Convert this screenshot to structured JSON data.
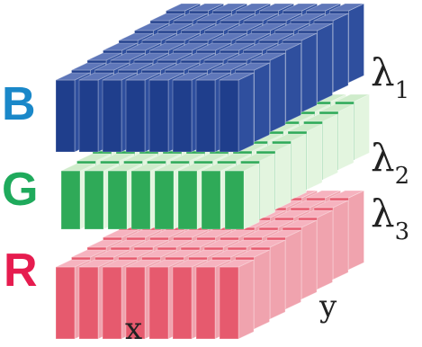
{
  "diagram": {
    "layers": [
      {
        "key": "blue",
        "channel_label": "B",
        "wavelength_symbol": "λ",
        "wavelength_index": "1",
        "channel_label_color": "#1a88c9",
        "front_color": "#1f3e8c",
        "top_color": "#5f77b9",
        "side_color": "#2f4f9e"
      },
      {
        "key": "green",
        "channel_label": "G",
        "wavelength_symbol": "λ",
        "wavelength_index": "2",
        "channel_label_color": "#1faa5c",
        "front_color": "#2faa58",
        "top_color": "#cfeccb",
        "side_color": "#e3f5df"
      },
      {
        "key": "red",
        "channel_label": "R",
        "wavelength_symbol": "λ",
        "wavelength_index": "3",
        "channel_label_color": "#e61c4f",
        "front_color": "#e65a6e",
        "top_color": "#f6b3bf",
        "side_color": "#f0a3ae"
      }
    ],
    "axes": {
      "x_label": "x",
      "y_label": "y"
    },
    "text_color": "#222222"
  }
}
